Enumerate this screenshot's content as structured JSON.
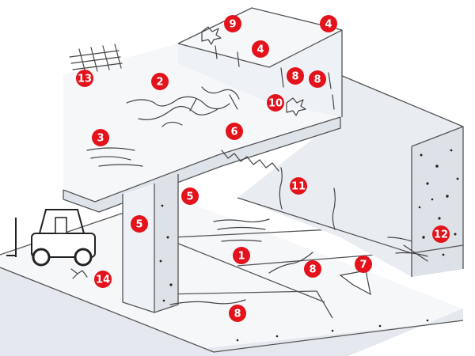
{
  "diagram": {
    "colors": {
      "marker": "#e3121b",
      "marker_text": "#ffffff",
      "face_light": "#f6f7f9",
      "face_shade": "#e5e8ee",
      "face_dark": "#d9dde4",
      "edge": "#555555",
      "crack": "#444444"
    },
    "markers": [
      {
        "id": "m1",
        "label": "1"
      },
      {
        "id": "m2",
        "label": "2"
      },
      {
        "id": "m3",
        "label": "3"
      },
      {
        "id": "m4a",
        "label": "4"
      },
      {
        "id": "m4b",
        "label": "4"
      },
      {
        "id": "m5a",
        "label": "5"
      },
      {
        "id": "m5b",
        "label": "5"
      },
      {
        "id": "m6",
        "label": "6"
      },
      {
        "id": "m7",
        "label": "7"
      },
      {
        "id": "m8a",
        "label": "8"
      },
      {
        "id": "m8b",
        "label": "8"
      },
      {
        "id": "m8c",
        "label": "8"
      },
      {
        "id": "m8d",
        "label": "8"
      },
      {
        "id": "m9",
        "label": "9"
      },
      {
        "id": "m10",
        "label": "10"
      },
      {
        "id": "m11",
        "label": "11"
      },
      {
        "id": "m12",
        "label": "12"
      },
      {
        "id": "m13",
        "label": "13"
      },
      {
        "id": "m14",
        "label": "14"
      }
    ]
  }
}
